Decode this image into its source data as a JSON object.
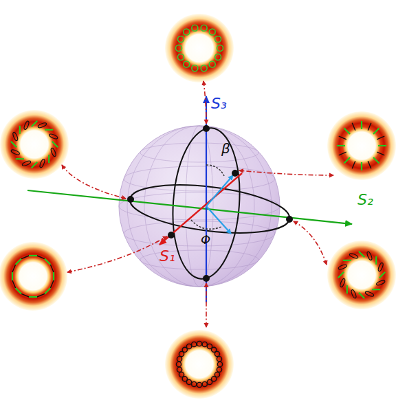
{
  "diagram": {
    "labels": [
      "S₃",
      "β",
      "S₂",
      "S₁",
      "Φ"
    ]
  }
}
